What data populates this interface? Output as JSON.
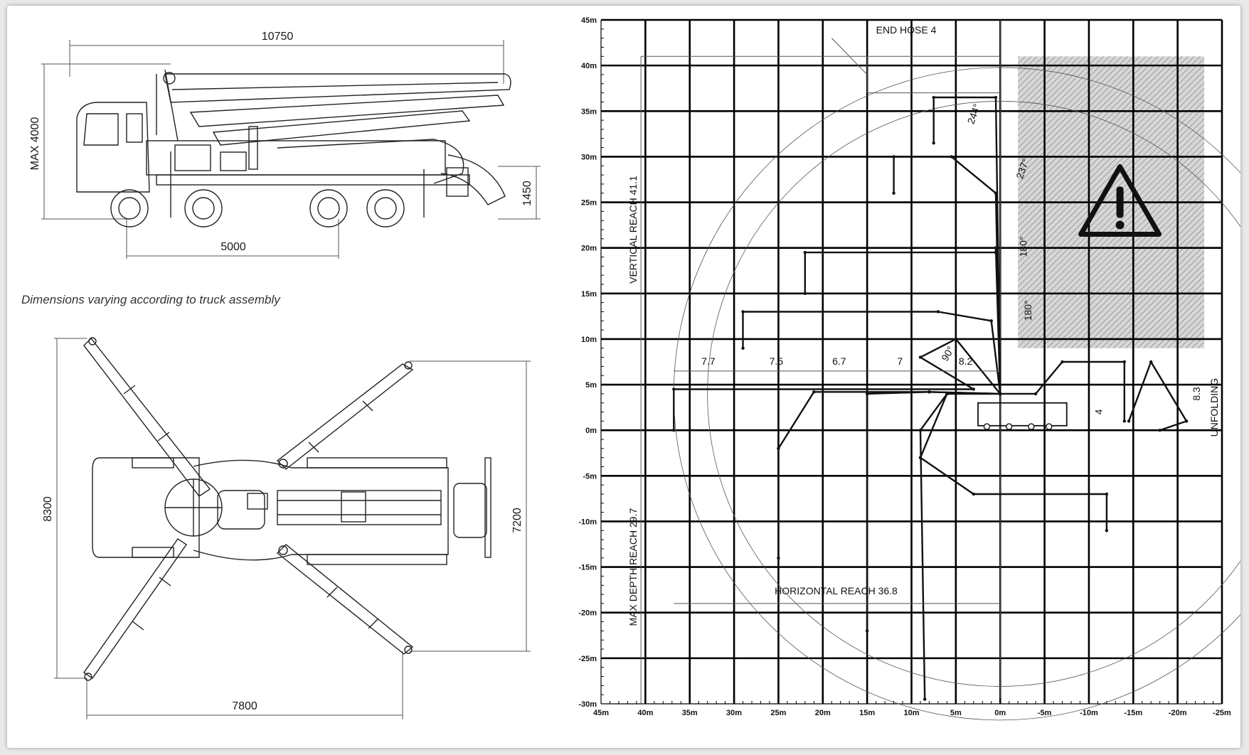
{
  "dimensions": {
    "overall_length": "10750",
    "max_height": "MAX 4000",
    "wheelbase": "5000",
    "rear_height": "1450",
    "outrigger_span_front": "8300",
    "outrigger_span_rear": "7200",
    "outrigger_width": "7800"
  },
  "note": "Dimensions varying according to truck assembly",
  "chart_data": {
    "type": "scatter",
    "x_ticks": [
      "45m",
      "40m",
      "35m",
      "30m",
      "25m",
      "20m",
      "15m",
      "10m",
      "5m",
      "0m",
      "-5m",
      "-10m",
      "-15m",
      "-20m",
      "-25m"
    ],
    "y_ticks": [
      "45m",
      "40m",
      "35m",
      "30m",
      "25m",
      "20m",
      "15m",
      "10m",
      "5m",
      "0m",
      "-5m",
      "-10m",
      "-15m",
      "-20m",
      "-25m",
      "-30m"
    ],
    "xlim": [
      45,
      -25
    ],
    "ylim": [
      -30,
      45
    ],
    "grid": true,
    "labels": {
      "end_hose": "END HOSE 4",
      "vertical_reach": "VERTICAL REACH 41.1",
      "max_depth_reach": "MAX DEPTH REACH 29.7",
      "horizontal_reach": "HORIZONTAL REACH 36.8",
      "unfolding": "UNFOLDING",
      "unfolding_height": "8.3",
      "base_height": "4"
    },
    "section_lengths": [
      "7.7",
      "7.5",
      "6.7",
      "7",
      "8.2"
    ],
    "joint_angles": [
      "244°",
      "237°",
      "180°",
      "180°",
      "90°"
    ],
    "danger_zone": {
      "x": [
        -2,
        -23
      ],
      "y": [
        9,
        41
      ]
    }
  }
}
